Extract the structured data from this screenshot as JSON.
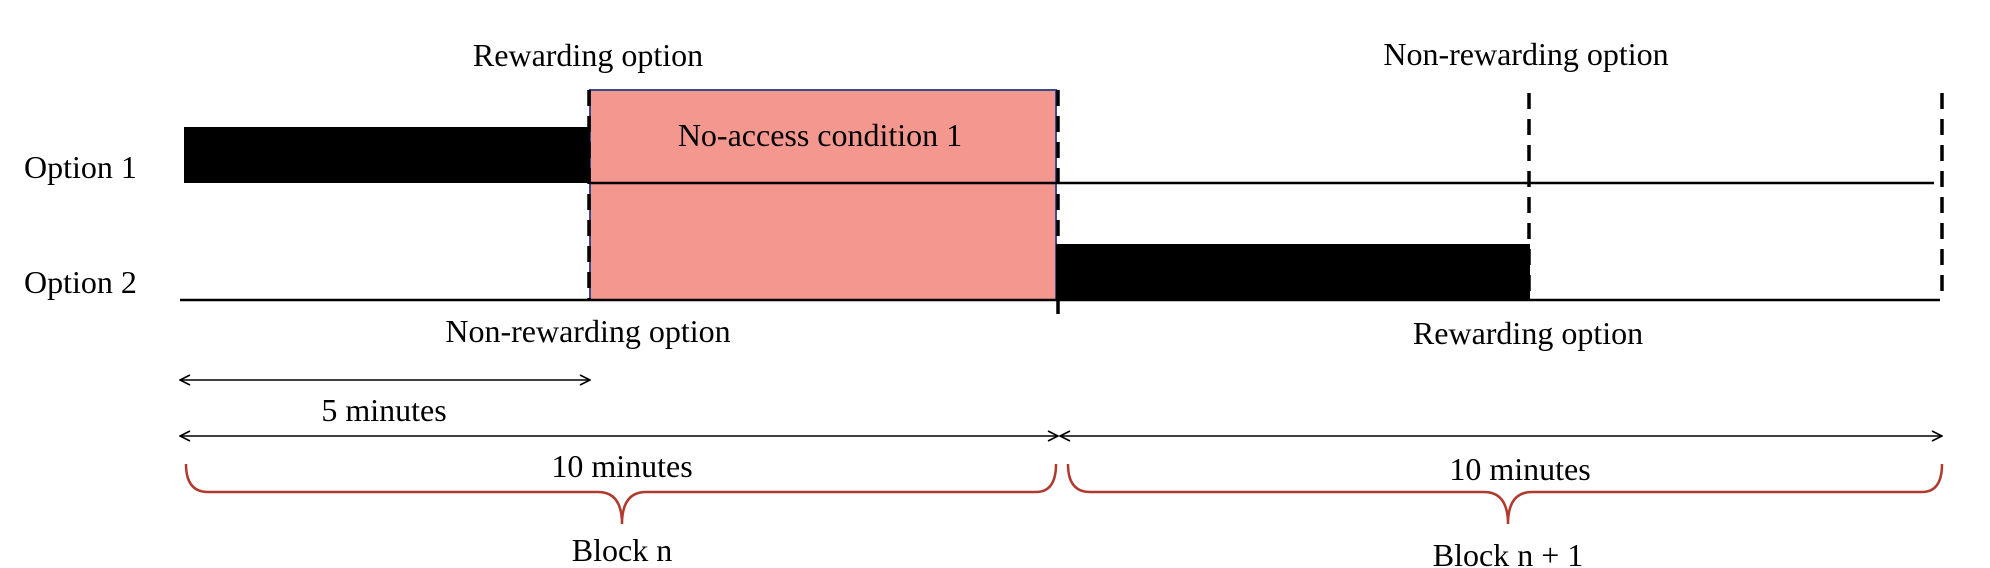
{
  "row_labels": {
    "option1": "Option 1",
    "option2": "Option 2"
  },
  "top_labels": {
    "block_n": "Rewarding option",
    "block_n1": "Non-rewarding option"
  },
  "bottom_labels": {
    "block_n": "Non-rewarding option",
    "block_n1": "Rewarding option"
  },
  "no_access_label": "No-access condition 1",
  "durations": {
    "first_half": "5 minutes",
    "block_n": "10 minutes",
    "block_n1": "10 minutes"
  },
  "blocks": {
    "block_n": "Block n",
    "block_n1": "Block n + 1"
  },
  "colors": {
    "no_access_fill": "#f4978e",
    "no_access_border": "#3b4a8c",
    "brace": "#b03a2e",
    "bar": "#000000"
  }
}
